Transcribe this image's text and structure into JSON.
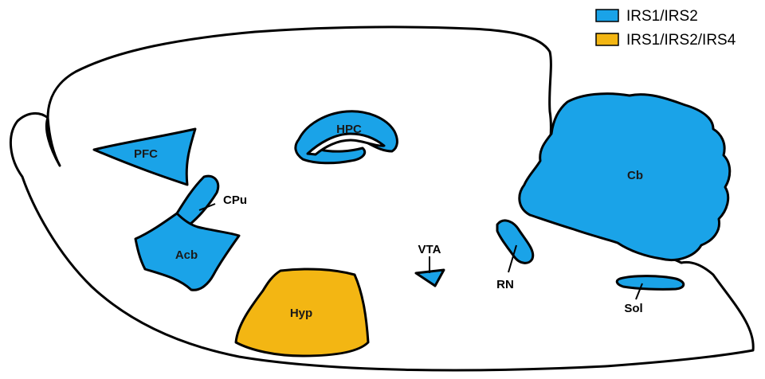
{
  "legend": {
    "items": [
      {
        "label": "IRS1/IRS2",
        "color": "#1aa3e8"
      },
      {
        "label": "IRS1/IRS2/IRS4",
        "color": "#f3b613"
      }
    ]
  },
  "regions": {
    "pfc": "PFC",
    "hpc": "HPC",
    "cpu": "CPu",
    "acb": "Acb",
    "hyp": "Hyp",
    "vta": "VTA",
    "rn": "RN",
    "cb": "Cb",
    "sol": "Sol"
  }
}
